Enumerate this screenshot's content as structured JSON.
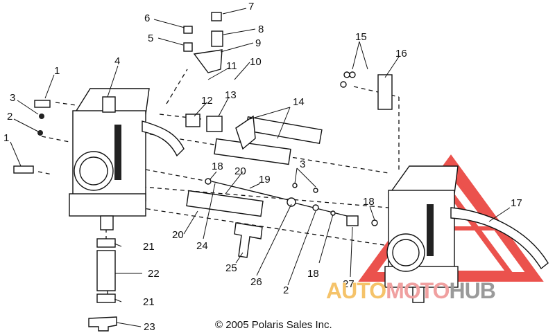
{
  "callouts": [
    {
      "id": "1a",
      "label": "1"
    },
    {
      "id": "1b",
      "label": "1"
    },
    {
      "id": "2a",
      "label": "2"
    },
    {
      "id": "2b",
      "label": "2"
    },
    {
      "id": "3a",
      "label": "3"
    },
    {
      "id": "3b",
      "label": "3"
    },
    {
      "id": "4",
      "label": "4"
    },
    {
      "id": "5",
      "label": "5"
    },
    {
      "id": "6",
      "label": "6"
    },
    {
      "id": "7",
      "label": "7"
    },
    {
      "id": "8",
      "label": "8"
    },
    {
      "id": "9",
      "label": "9"
    },
    {
      "id": "10",
      "label": "10"
    },
    {
      "id": "11",
      "label": "11"
    },
    {
      "id": "12",
      "label": "12"
    },
    {
      "id": "13",
      "label": "13"
    },
    {
      "id": "14",
      "label": "14"
    },
    {
      "id": "15",
      "label": "15"
    },
    {
      "id": "16",
      "label": "16"
    },
    {
      "id": "17",
      "label": "17"
    },
    {
      "id": "18a",
      "label": "18"
    },
    {
      "id": "18b",
      "label": "18"
    },
    {
      "id": "18c",
      "label": "18"
    },
    {
      "id": "19",
      "label": "19"
    },
    {
      "id": "20a",
      "label": "20"
    },
    {
      "id": "20b",
      "label": "20"
    },
    {
      "id": "21a",
      "label": "21"
    },
    {
      "id": "21b",
      "label": "21"
    },
    {
      "id": "22",
      "label": "22"
    },
    {
      "id": "23",
      "label": "23"
    },
    {
      "id": "24",
      "label": "24"
    },
    {
      "id": "25",
      "label": "25"
    },
    {
      "id": "26",
      "label": "26"
    },
    {
      "id": "27",
      "label": "27"
    }
  ],
  "copyright": "© 2005 Polaris Sales Inc.",
  "watermark": {
    "part1": "AUTO",
    "part2": "MOTO",
    "part3": "HUB",
    "color_red": "#e8342e",
    "color_yellow": "#f5c36a",
    "color_gray": "#9a9a9a"
  }
}
